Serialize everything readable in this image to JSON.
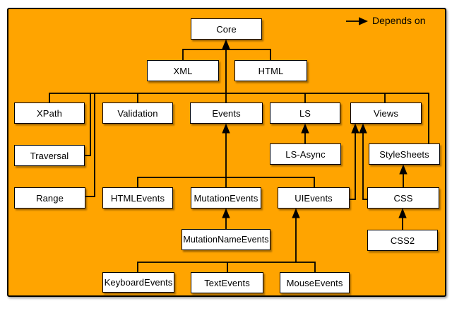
{
  "colors": {
    "page_background": "#ffffff",
    "diagram_background": "#ffa400",
    "node_fill": "#ffffff",
    "node_border": "#000000",
    "line_color": "#000000",
    "text_color": "#000000"
  },
  "legend": {
    "label": "Depends on",
    "arrow_icon": "right-arrow"
  },
  "nodes": {
    "core": {
      "label": "Core"
    },
    "xml": {
      "label": "XML"
    },
    "html": {
      "label": "HTML"
    },
    "xpath": {
      "label": "XPath"
    },
    "validation": {
      "label": "Validation"
    },
    "events": {
      "label": "Events"
    },
    "ls": {
      "label": "LS"
    },
    "views": {
      "label": "Views"
    },
    "traversal": {
      "label": "Traversal"
    },
    "ls_async": {
      "label": "LS-Async"
    },
    "stylesheets": {
      "label": "StyleSheets"
    },
    "range": {
      "label": "Range"
    },
    "htmlevents": {
      "label": "HTMLEvents"
    },
    "mutationevents": {
      "label": "MutationEvents"
    },
    "uievents": {
      "label": "UIEvents"
    },
    "css": {
      "label": "CSS"
    },
    "mutationnameevents": {
      "label": "MutationNameEvents"
    },
    "css2": {
      "label": "CSS2"
    },
    "keyboardevents": {
      "label": "KeyboardEvents"
    },
    "textevents": {
      "label": "TextEvents"
    },
    "mouseevents": {
      "label": "MouseEvents"
    }
  },
  "edges": [
    {
      "from": "XML",
      "to": "Core"
    },
    {
      "from": "HTML",
      "to": "Core"
    },
    {
      "from": "XPath",
      "to": "Core"
    },
    {
      "from": "Validation",
      "to": "Core"
    },
    {
      "from": "Events",
      "to": "Core"
    },
    {
      "from": "LS",
      "to": "Core"
    },
    {
      "from": "Views",
      "to": "Core"
    },
    {
      "from": "StyleSheets",
      "to": "Core"
    },
    {
      "from": "Traversal",
      "to": "Core"
    },
    {
      "from": "Range",
      "to": "Core"
    },
    {
      "from": "LS-Async",
      "to": "LS"
    },
    {
      "from": "HTMLEvents",
      "to": "Events"
    },
    {
      "from": "MutationEvents",
      "to": "Events"
    },
    {
      "from": "UIEvents",
      "to": "Events"
    },
    {
      "from": "MutationNameEvents",
      "to": "MutationEvents"
    },
    {
      "from": "KeyboardEvents",
      "to": "UIEvents"
    },
    {
      "from": "TextEvents",
      "to": "UIEvents"
    },
    {
      "from": "MouseEvents",
      "to": "UIEvents"
    },
    {
      "from": "UIEvents",
      "to": "Views"
    },
    {
      "from": "CSS",
      "to": "Views"
    },
    {
      "from": "CSS",
      "to": "StyleSheets"
    },
    {
      "from": "CSS2",
      "to": "CSS"
    }
  ]
}
